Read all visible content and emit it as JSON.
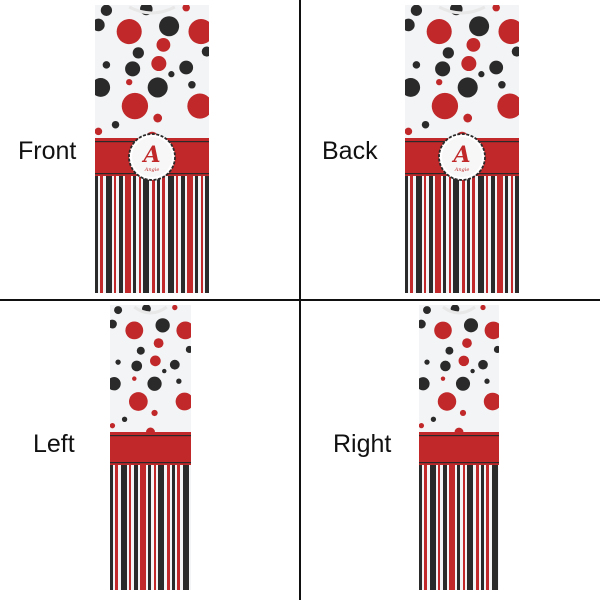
{
  "colors": {
    "red": "#c0282a",
    "black": "#2a2a2a",
    "white": "#f3f4f5",
    "divider": "#111111"
  },
  "views": [
    {
      "label": "Front",
      "monogram": "A",
      "monogram_name": "Angie"
    },
    {
      "label": "Back",
      "monogram": "A",
      "monogram_name": "Angie"
    },
    {
      "label": "Left"
    },
    {
      "label": "Right"
    }
  ]
}
